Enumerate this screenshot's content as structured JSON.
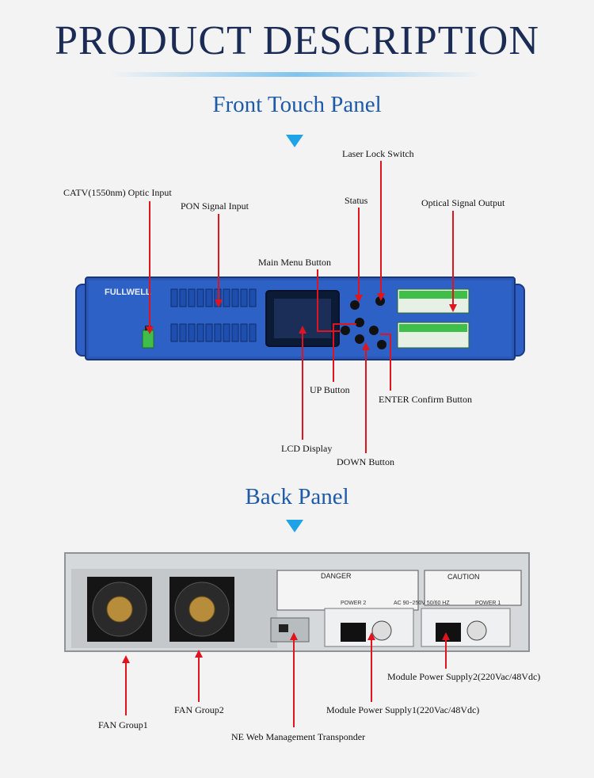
{
  "header": {
    "title": "PRODUCT DESCRIPTION"
  },
  "front": {
    "title": "Front Touch Panel",
    "brand": "FULLWELL",
    "labels": {
      "catv": "CATV(1550nm) Optic Input",
      "pon": "PON Signal Input",
      "laser": "Laser Lock Switch",
      "status": "Status",
      "optical": "Optical Signal Output",
      "menu": "Main Menu Button",
      "up": "UP Button",
      "enter": "ENTER Confirm Button",
      "lcd": "LCD Display",
      "down": "DOWN Button"
    }
  },
  "back": {
    "title": "Back Panel",
    "danger": "DANGER",
    "caution": "CAUTION",
    "power2": "POWER 2",
    "power1": "POWER 1",
    "ac": "AC 90~250V  50/60 HZ",
    "labels": {
      "mps2": "Module Power Supply2(220Vac/48Vdc)",
      "fan2": "FAN Group2",
      "mps1": "Module Power Supply1(220Vac/48Vdc)",
      "fan1": "FAN Group1",
      "ne": "NE Web Management Transponder"
    }
  },
  "colors": {
    "arrow": "#e0141e",
    "panel_blue": "#2a58b8",
    "accent": "#1fa3e6"
  }
}
